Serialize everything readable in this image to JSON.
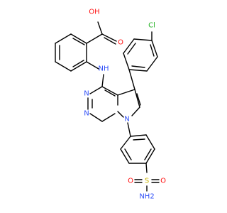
{
  "molecule": {
    "atom_labels": {
      "hydroxyl": "OH",
      "carbonyl_oxygen": "O",
      "chlorine": "Cl",
      "amine_linker": "NH",
      "pyrimidine_n1": "N",
      "pyrimidine_n3": "N",
      "pyrrole_n": "N",
      "sulfur": "S",
      "sulfonyl_o1": "O",
      "sulfonyl_o2": "O",
      "sulfonamide_nh2": "NH2"
    },
    "colors": {
      "oxygen": "#ff0d0d",
      "nitrogen": "#3050f8",
      "sulfur": "#c8b400",
      "chlorine": "#1fb01f",
      "bond": "#000000"
    }
  }
}
